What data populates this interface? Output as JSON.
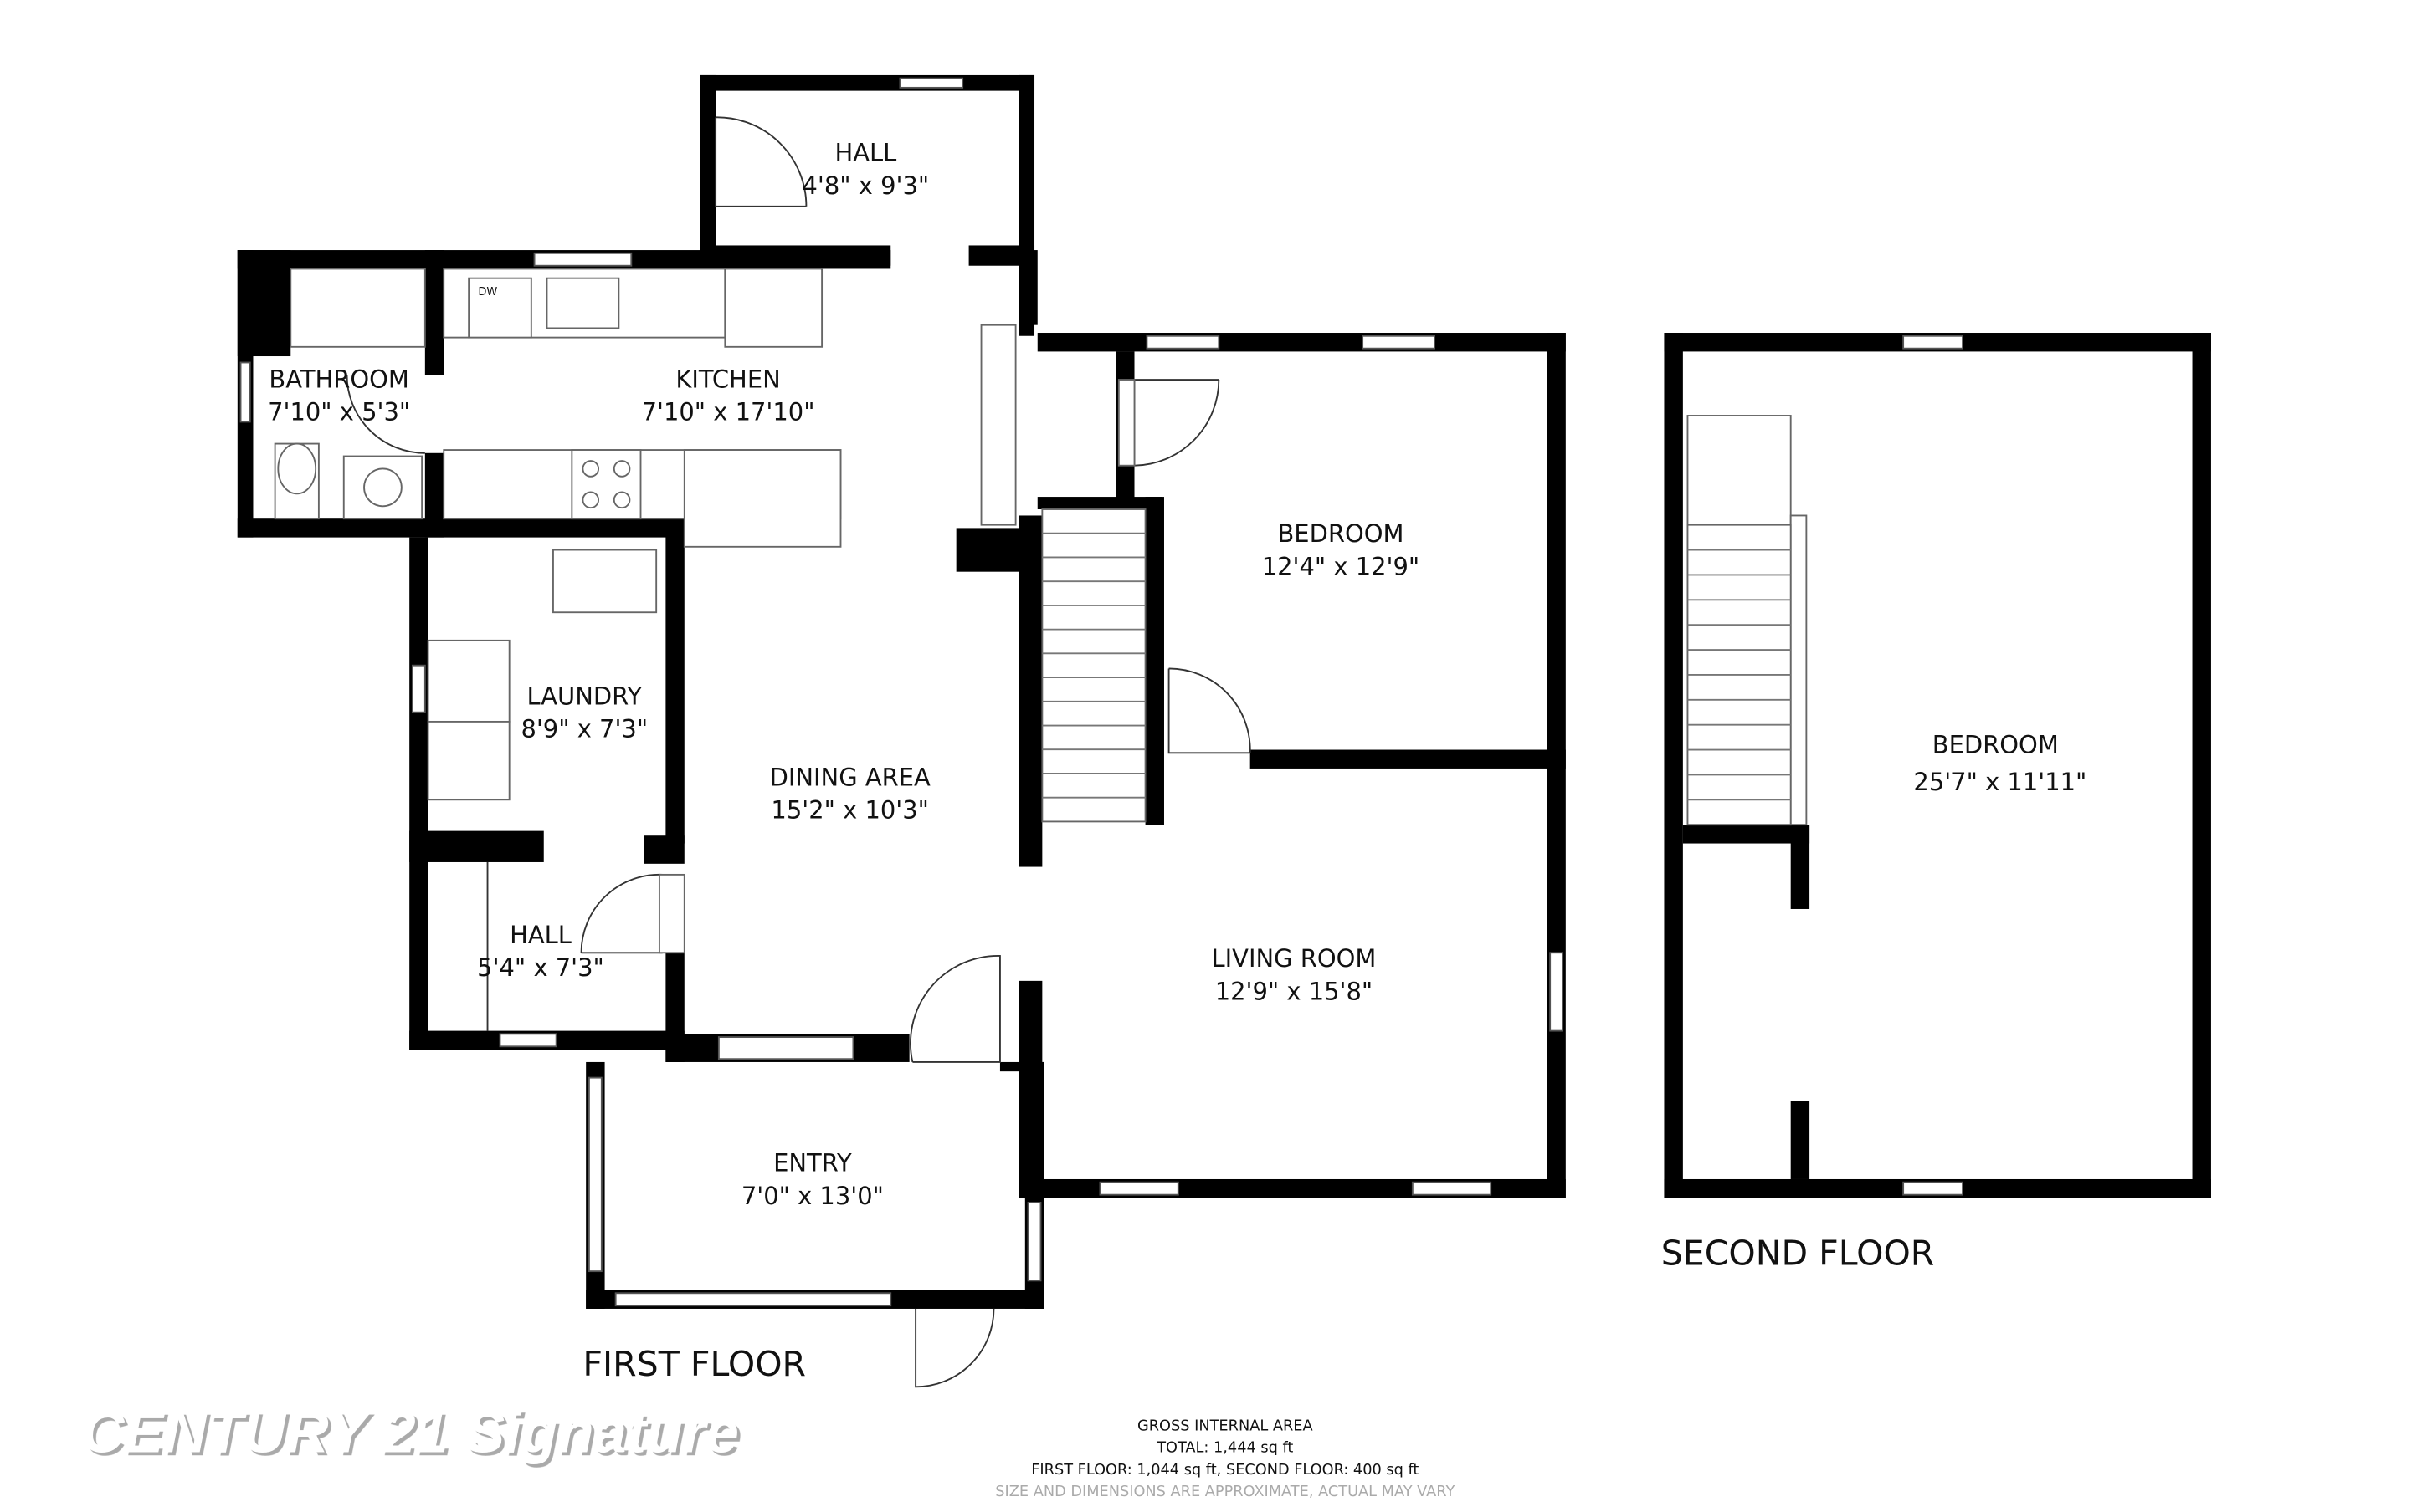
{
  "floors": [
    {
      "title": "FIRST FLOOR",
      "rooms": [
        {
          "name": "HALL",
          "dims": "4'8\" x 9'3\""
        },
        {
          "name": "KITCHEN",
          "dims": "7'10\" x 17'10\""
        },
        {
          "name": "BATHROOM",
          "dims": "7'10\" x 5'3\""
        },
        {
          "name": "BEDROOM",
          "dims": "12'4\" x 12'9\""
        },
        {
          "name": "LAUNDRY",
          "dims": "8'9\" x 7'3\""
        },
        {
          "name": "DINING AREA",
          "dims": "15'2\" x 10'3\""
        },
        {
          "name": "HALL",
          "dims": "5'4\" x 7'3\""
        },
        {
          "name": "LIVING ROOM",
          "dims": "12'9\" x 15'8\""
        },
        {
          "name": "ENTRY",
          "dims": "7'0\" x 13'0\""
        }
      ]
    },
    {
      "title": "SECOND FLOOR",
      "rooms": [
        {
          "name": "BEDROOM",
          "dims": "25'7\" x 11'11\""
        }
      ]
    }
  ],
  "fixtures": {
    "dishwasher": "DW"
  },
  "area": {
    "heading": "GROSS INTERNAL AREA",
    "total": "TOTAL: 1,444 sq ft",
    "breakdown": "FIRST FLOOR: 1,044 sq ft, SECOND FLOOR: 400 sq ft",
    "disclaimer": "SIZE AND DIMENSIONS ARE APPROXIMATE, ACTUAL MAY VARY"
  },
  "watermark": "CENTURY 21 Signature"
}
